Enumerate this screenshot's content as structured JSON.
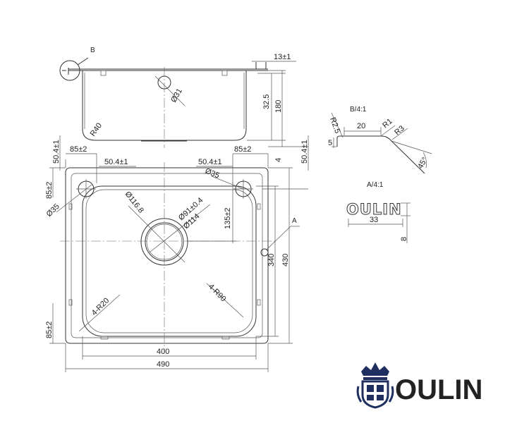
{
  "side_view": {
    "detail_callout": "B",
    "dims": {
      "lip": "13±1",
      "depth_offset": "32.5",
      "height": "180",
      "bowl_radius": "R40",
      "drain_dia": "Ø31",
      "bottom_offset": "4"
    }
  },
  "plan_view": {
    "dims": {
      "left_tap_x": "85±2",
      "right_tap_x": "85±2",
      "left_tap_y": "85±2",
      "bottom_clip": "85±2",
      "offset_left_top": "50.4±1",
      "offset_left_inner": "50.4±1",
      "offset_right_inner": "50.4±1",
      "offset_right_top": "50.4±1",
      "tap_hole_left": "Ø35",
      "tap_hole_right": "Ø35",
      "waste_outer": "Ø116.8",
      "waste_mid": "Ø91±0.4",
      "waste_inner": "Ø114",
      "waste_offset": "135±2",
      "corner_radius_left": "4-R20",
      "corner_radius_right": "4-R90",
      "inner_width": "400",
      "outer_width": "490",
      "inner_height": "340",
      "outer_height": "430"
    },
    "detail_callout": "A"
  },
  "detail_b": {
    "title": "B/4:1",
    "dims": {
      "r25": "R2.5",
      "five": "5",
      "twenty": "20",
      "r1": "R1",
      "r3": "R3",
      "angle": "45°"
    }
  },
  "detail_a": {
    "title": "A/4:1",
    "engraving": "OULIN",
    "dims": {
      "width": "33",
      "height": "8"
    }
  },
  "brand": {
    "name": "OULIN",
    "color": "#1f2f5f"
  }
}
